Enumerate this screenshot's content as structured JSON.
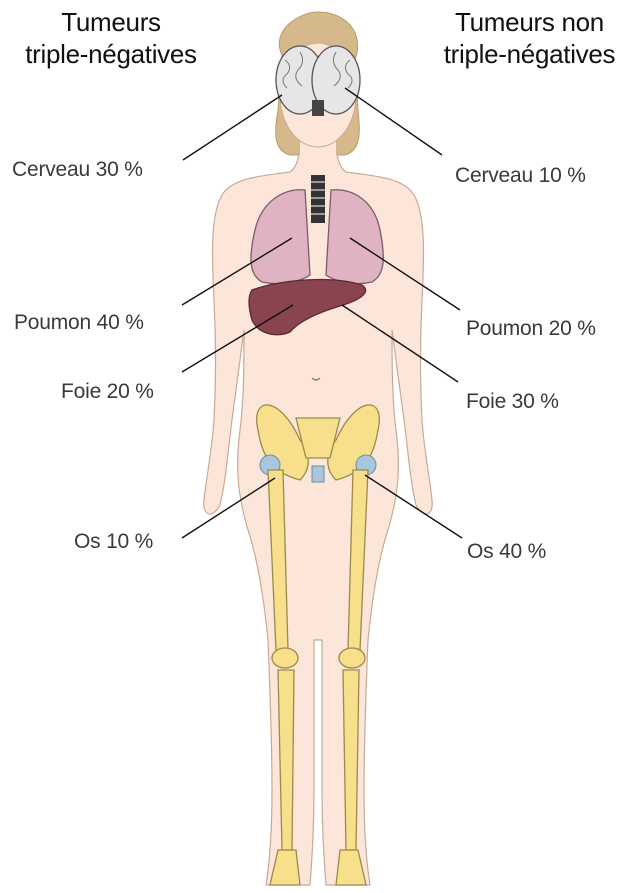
{
  "headers": {
    "left": {
      "line1": "Tumeurs",
      "line2": "triple-négatives"
    },
    "right": {
      "line1": "Tumeurs non",
      "line2": "triple-négatives"
    }
  },
  "left_labels": [
    {
      "organ": "Cerveau",
      "text": "Cerveau 30 %",
      "percent": 30
    },
    {
      "organ": "Poumon",
      "text": "Poumon 40 %",
      "percent": 40
    },
    {
      "organ": "Foie",
      "text": "Foie 20 %",
      "percent": 20
    },
    {
      "organ": "Os",
      "text": "Os 10 %",
      "percent": 10
    }
  ],
  "right_labels": [
    {
      "organ": "Cerveau",
      "text": "Cerveau 10 %",
      "percent": 10
    },
    {
      "organ": "Poumon",
      "text": "Poumon 20 %",
      "percent": 20
    },
    {
      "organ": "Foie",
      "text": "Foie 30 %",
      "percent": 30
    },
    {
      "organ": "Os",
      "text": "Os 40 %",
      "percent": 40
    }
  ],
  "colors": {
    "skin": "#fbe6d9",
    "skin_outline": "#c9a996",
    "hair": "#d6b98b",
    "brain": "#e6e6e6",
    "lung": "#e0b3c3",
    "liver": "#8a4450",
    "bone": "#f7df8c",
    "bone_outline": "#9c8a4a",
    "cartilage": "#a9c6dc",
    "leader_line": "#111111"
  }
}
